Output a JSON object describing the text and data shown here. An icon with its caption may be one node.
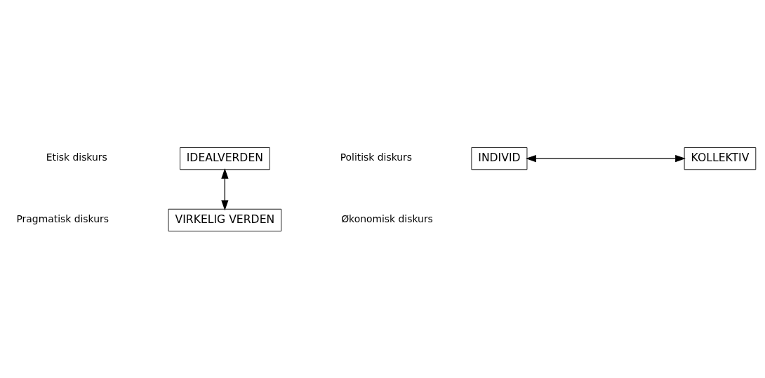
{
  "diagram": {
    "nodes": [
      {
        "text": [
          "IDEALVERDEN"
        ]
      },
      {
        "text": [
          "INDIVID"
        ]
      },
      {
        "text": [
          "KOLLEKTIV"
        ]
      },
      {
        "text": [
          "VIRKELIG VERDEN"
        ]
      }
    ],
    "edges": [
      {
        "from": 0,
        "to": 3,
        "arrow": "both"
      },
      {
        "from": 1,
        "to": 2,
        "arrow": "both"
      }
    ],
    "labels": [
      "Etisk diskurs",
      "Politisk diskurs",
      "Pragmatisk diskurs",
      "Økonomisk diskurs"
    ]
  }
}
